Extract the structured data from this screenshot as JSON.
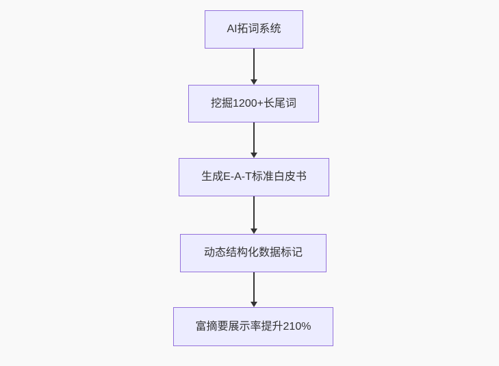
{
  "diagram": {
    "type": "flowchart-top-down",
    "background_color": "#f9f9f9",
    "node_fill_color": "#ECECFF",
    "node_border_color": "#9370DB",
    "arrow_color": "#333333",
    "text_color": "#333333",
    "nodes": [
      {
        "label": "AI拓词系统"
      },
      {
        "label": "挖掘1200+长尾词"
      },
      {
        "label": "生成E-A-T标准白皮书"
      },
      {
        "label": "动态结构化数据标记"
      },
      {
        "label": "富摘要展示率提升210%"
      }
    ],
    "edges": [
      {
        "from": 0,
        "to": 1
      },
      {
        "from": 1,
        "to": 2
      },
      {
        "from": 2,
        "to": 3
      },
      {
        "from": 3,
        "to": 4
      }
    ]
  }
}
